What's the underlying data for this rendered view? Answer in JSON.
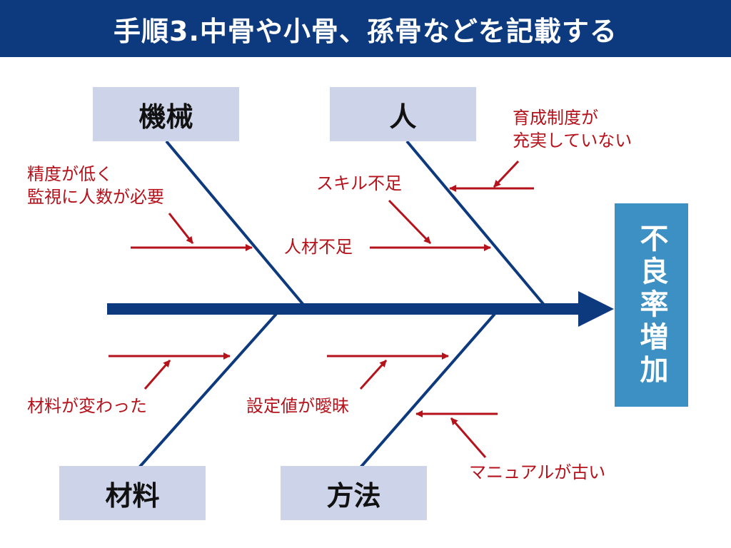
{
  "title": "手順3.中骨や小骨、孫骨などを記載する",
  "effect": "不良率増加",
  "categories": {
    "top_left": "機械",
    "top_right": "人",
    "bottom_left": "材料",
    "bottom_right": "方法"
  },
  "causes": {
    "machine_sub_line1": "精度が低く",
    "machine_sub_line2": "監視に人数が必要",
    "people_mid": "人材不足",
    "people_sub": "スキル不足",
    "people_detail_line1": "育成制度が",
    "people_detail_line2": "充実していない",
    "material_sub": "材料が変わった",
    "method_sub": "設定値が曖昧",
    "method_detail": "マニュアルが古い"
  },
  "colors": {
    "title_bar": "#0d3a7e",
    "spine": "#0d3a7e",
    "category_box": "#cdd3e8",
    "effect_box": "#3d90c4",
    "cause_text": "#b5121b"
  }
}
